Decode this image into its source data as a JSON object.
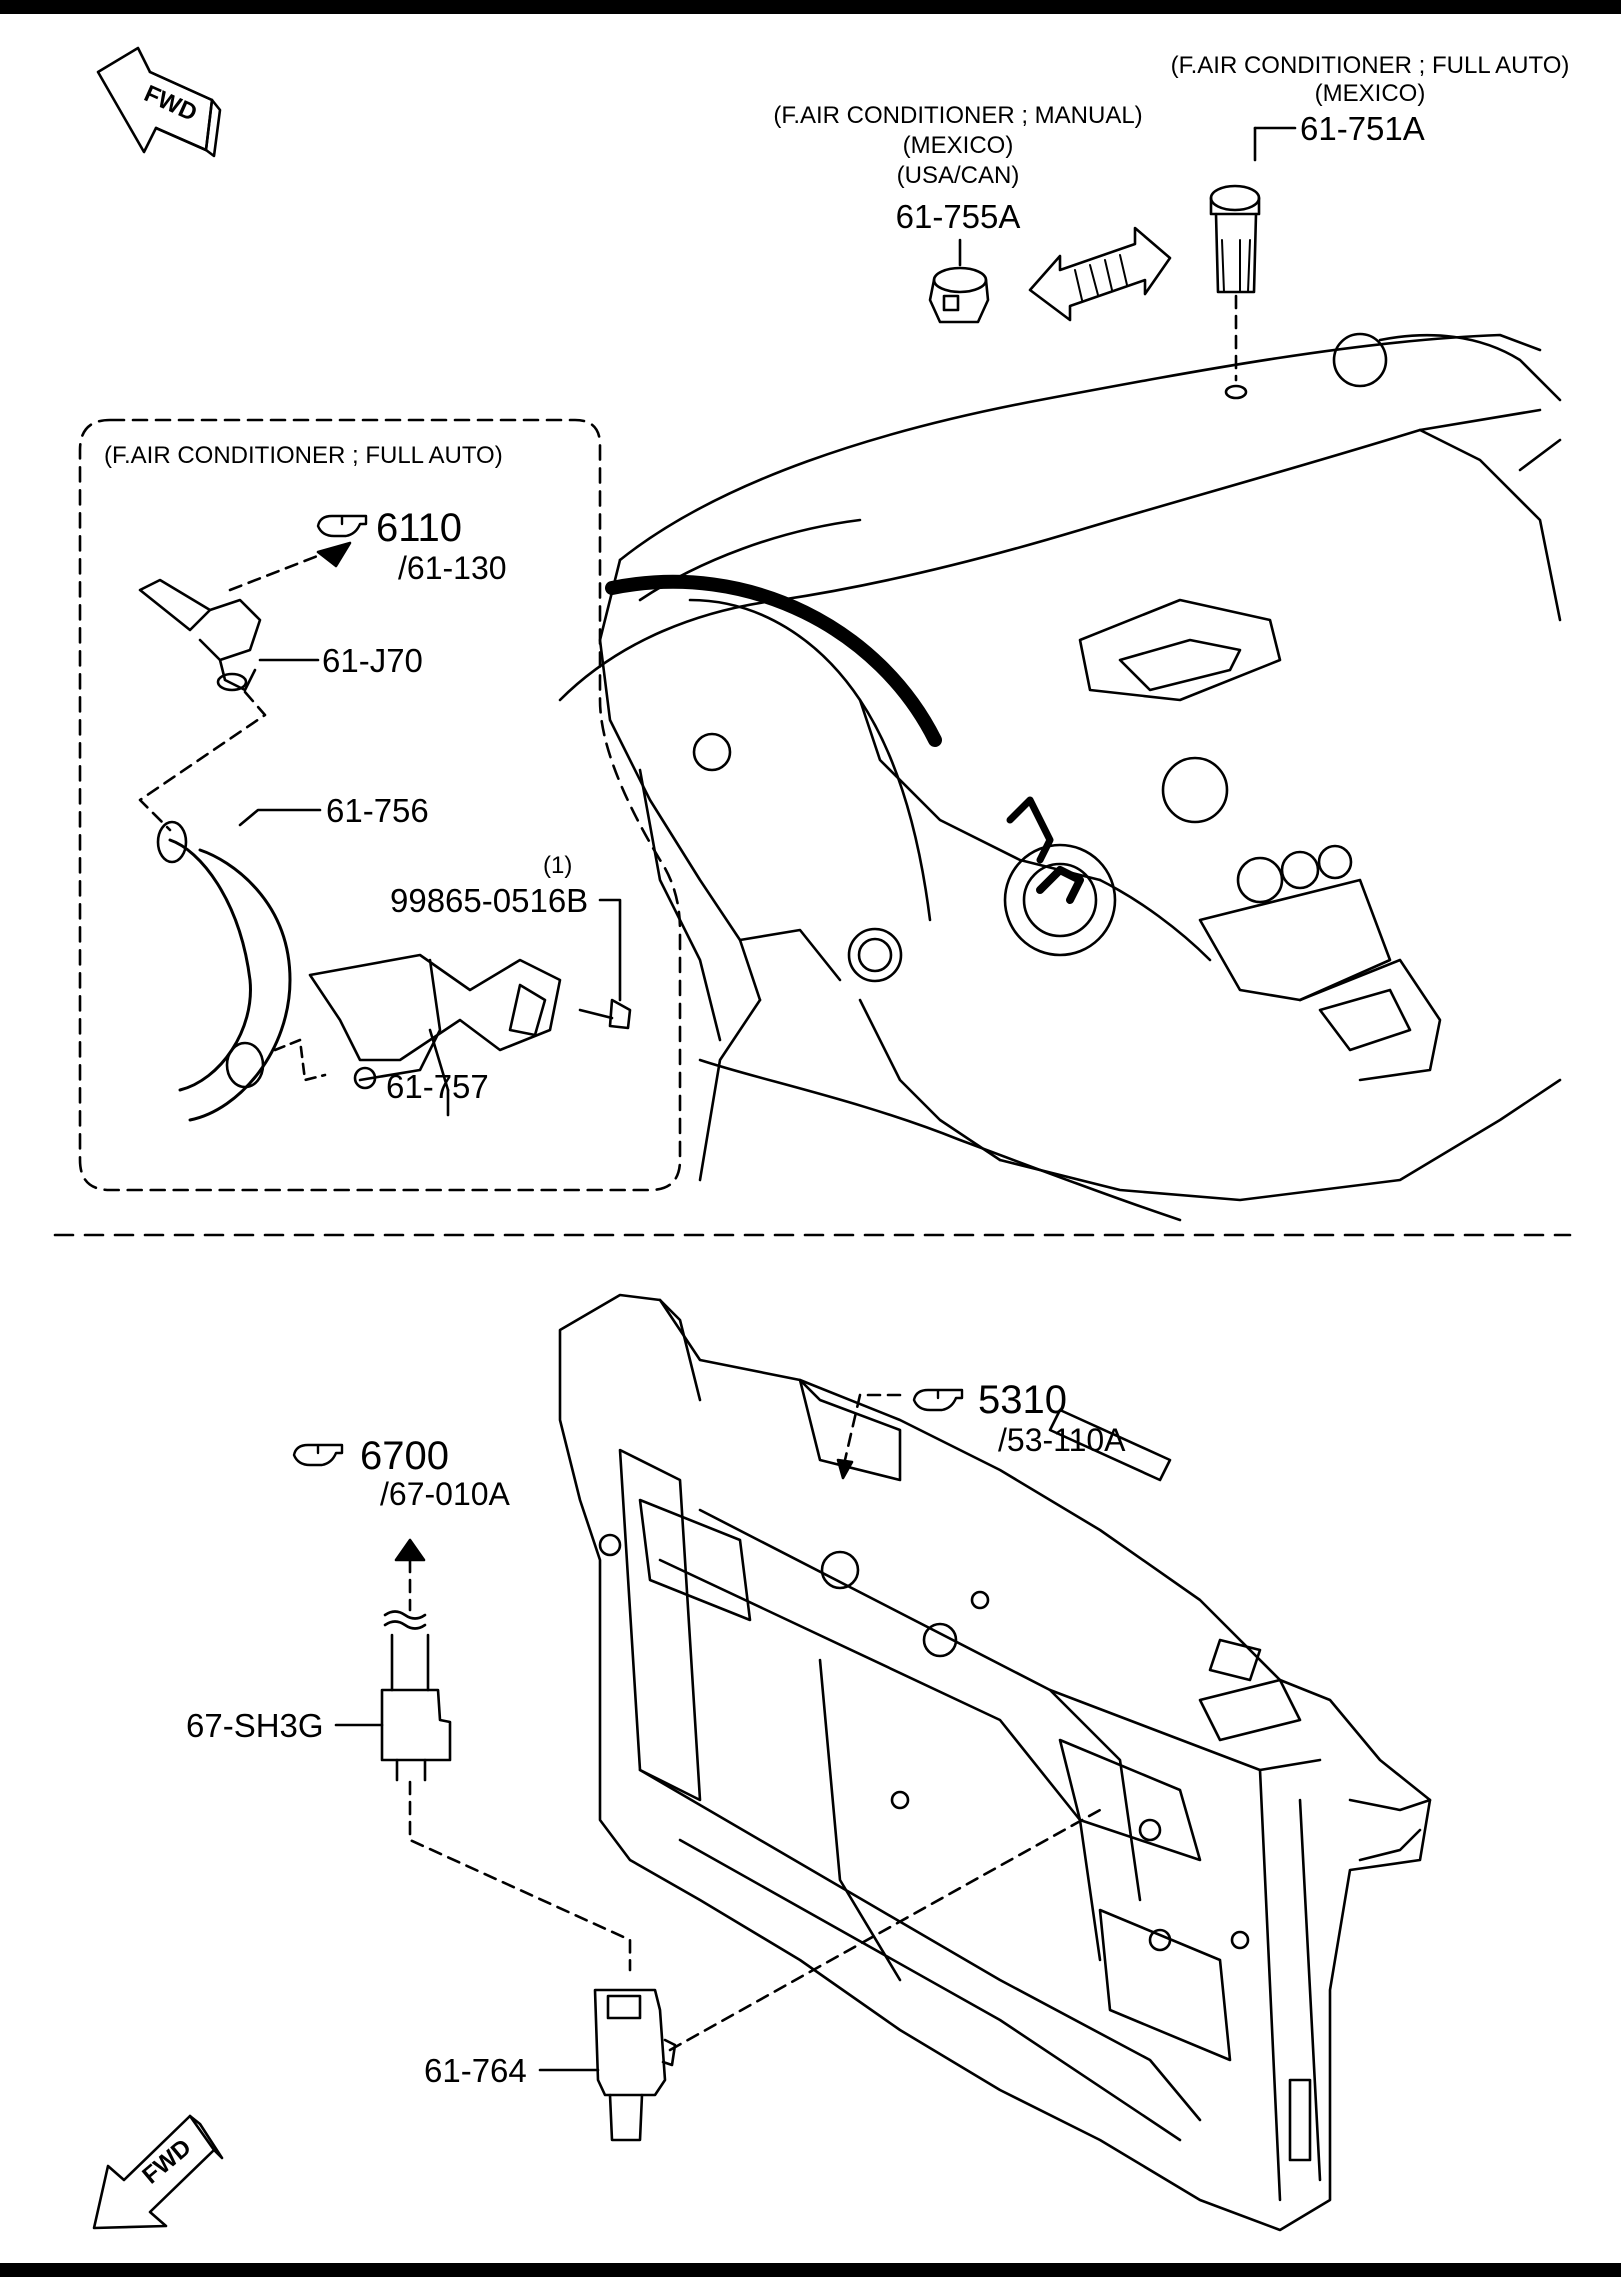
{
  "direction_label": "FWD",
  "top_section": {
    "auto_variant": {
      "condition": "(F.AIR CONDITIONER ; FULL AUTO)",
      "market": "(MEXICO)",
      "part": "61-751A"
    },
    "manual_variant": {
      "condition": "(F.AIR CONDITIONER ; MANUAL)",
      "market_1": "(MEXICO)",
      "market_2": "(USA/CAN)",
      "part": "61-755A"
    },
    "inset": {
      "condition": "(F.AIR CONDITIONER ; FULL AUTO)",
      "ref_number": "6110",
      "ref_sub": "/61-130",
      "parts": {
        "sensor": "61-J70",
        "hose": "61-756",
        "bracket": "61-757",
        "screw_qty": "(1)",
        "screw": "99865-0516B"
      }
    }
  },
  "bottom_section": {
    "ref_6700": {
      "number": "6700",
      "sub": "/67-010A"
    },
    "ref_5310": {
      "number": "5310",
      "sub": "/53-110A"
    },
    "parts": {
      "connector": "67-SH3G",
      "ambient_sensor": "61-764"
    }
  }
}
